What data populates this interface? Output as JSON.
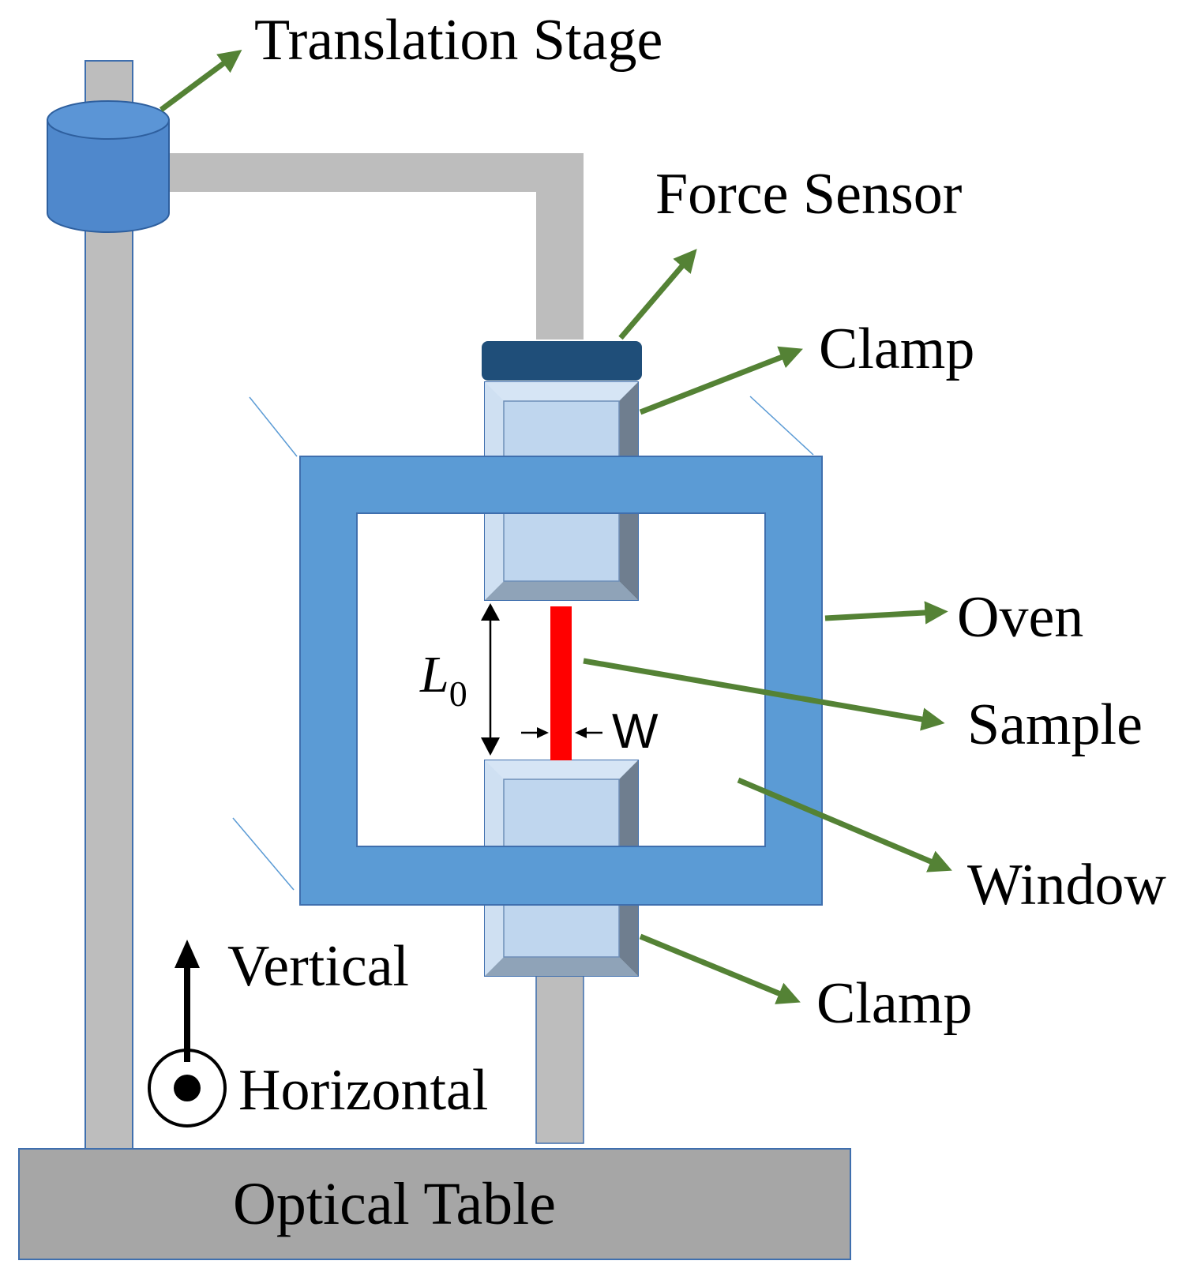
{
  "labels": {
    "translation_stage": "Translation Stage",
    "force_sensor": "Force Sensor",
    "clamp_top": "Clamp",
    "oven": "Oven",
    "sample": "Sample",
    "window": "Window",
    "clamp_bottom": "Clamp",
    "vertical": "Vertical",
    "horizontal": "Horizontal",
    "optical_table": "Optical Table",
    "length_symbol": "L",
    "length_subscript": "0",
    "width_symbol": "W"
  },
  "colors": {
    "post": "#bdbdbd",
    "post_stroke": "#3f6fae",
    "stage": "#4f88cc",
    "stage_stroke": "#2e5f9e",
    "sensor": "#1f4e79",
    "clamp_face": "#bfd6ee",
    "clamp_bevel_light": "#d6e5f5",
    "clamp_bevel_dark": "#6f7e8f",
    "clamp_bevel_mid": "#8fa3b8",
    "clamp_stroke": "#3f6fae",
    "oven": "#5b9bd5",
    "oven_stroke": "#3f6fae",
    "sample": "#ff0000",
    "arrow": "#548235",
    "table": "#a6a6a6",
    "text": "#000000"
  }
}
